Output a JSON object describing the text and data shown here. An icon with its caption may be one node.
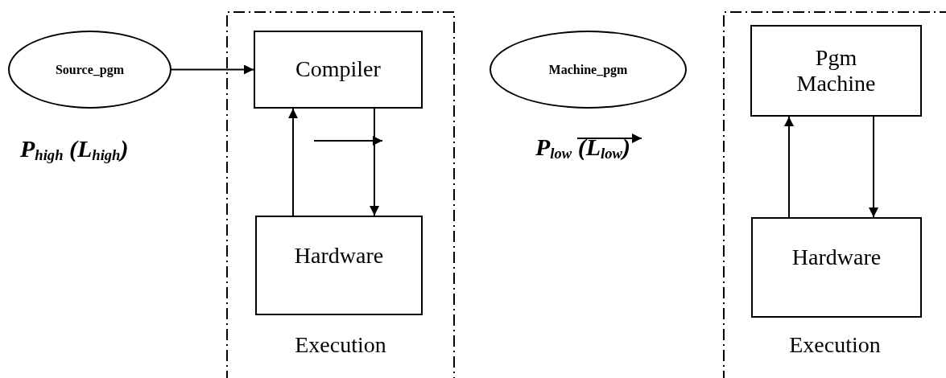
{
  "diagram": {
    "nodes": [
      {
        "text": [
          "Source_pgm"
        ]
      },
      {
        "text": [
          "Execution"
        ]
      },
      {
        "text": [
          "Compiler"
        ],
        "in": 1
      },
      {
        "text": [
          "Hardware"
        ],
        "in": 1
      },
      {
        "text": [
          "Machine_pgm"
        ]
      },
      {
        "text": [
          "Execution"
        ]
      },
      {
        "text": [
          "Pgm Machine"
        ],
        "in": 5
      },
      {
        "text": [
          "Hardware"
        ],
        "in": 5
      }
    ],
    "edges": [
      {
        "from": 0,
        "to": 2,
        "arrow": "to"
      },
      {
        "from": 3,
        "to": 2,
        "arrow": "to"
      },
      {
        "from": 2,
        "to": 3,
        "arrow": "to"
      },
      {
        "from": 7,
        "to": 6,
        "arrow": "to"
      },
      {
        "from": 6,
        "to": 7,
        "arrow": "to"
      }
    ],
    "labels": [
      "P$_{high}$ (L$_{high}$)",
      "P$_{low}$ (L$_{low}$)"
    ]
  }
}
